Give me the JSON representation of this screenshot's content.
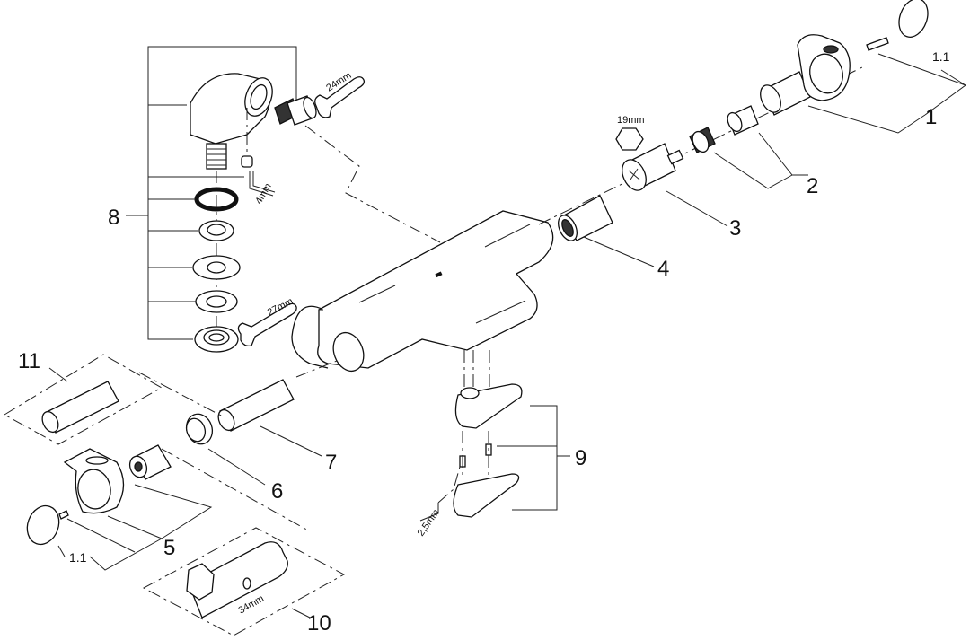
{
  "diagram": {
    "title": "Thermostatic bath mixer exploded parts view",
    "callouts": {
      "c1": "1",
      "c1_1_top": "1.1",
      "c2": "2",
      "c3": "3",
      "c4": "4",
      "c5": "5",
      "c1_1_bottom": "1.1",
      "c6": "6",
      "c7": "7",
      "c8": "8",
      "c9": "9",
      "c10": "10",
      "c11": "11"
    },
    "tool_sizes": {
      "wrench_top": "24mm",
      "hex_key_8": "4mm",
      "wrench_bottom": "27mm",
      "hex_cartridge": "19mm",
      "hex_key_9": "2,5mm",
      "socket_10": "34mm"
    }
  }
}
